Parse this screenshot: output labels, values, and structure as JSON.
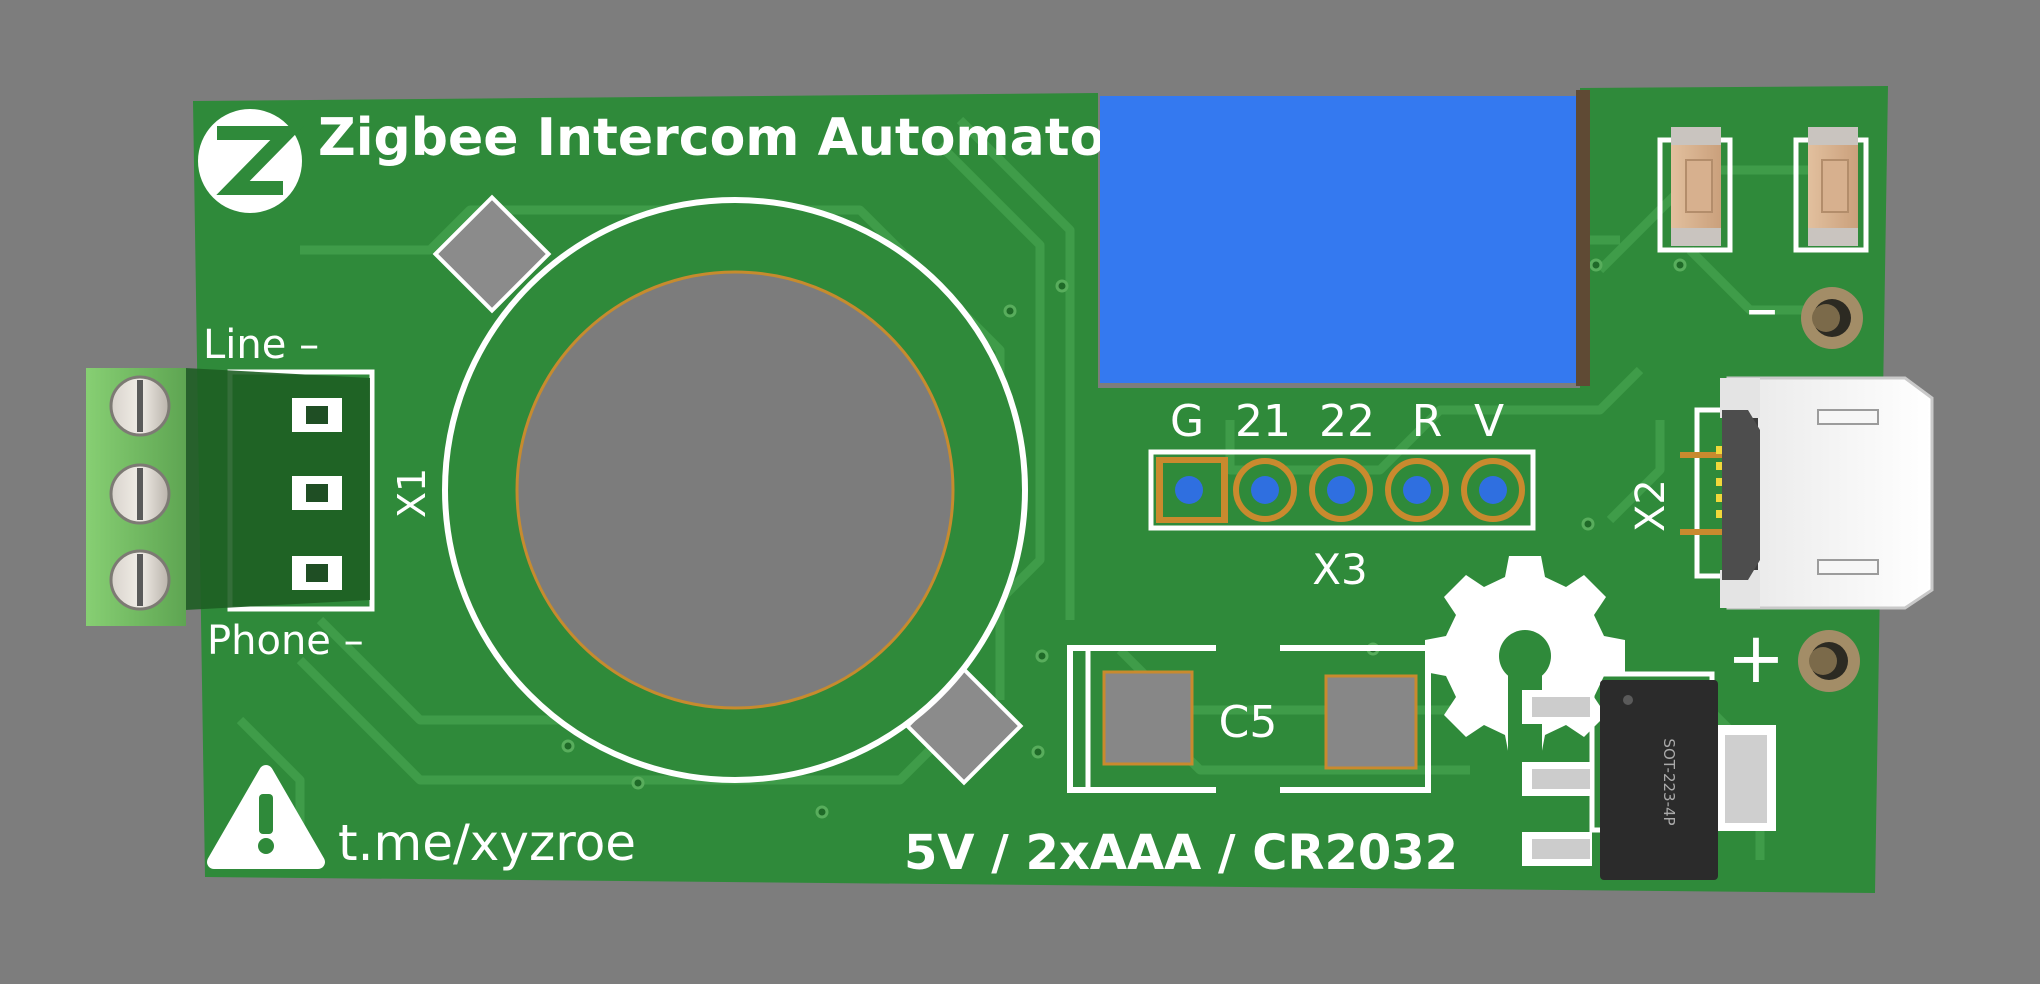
{
  "board": {
    "title": "Zigbee Intercom Automator",
    "footer_link": "t.me/xyzroe",
    "power_options": "5V / 2xAAA / CR2032",
    "line_label": "Line –",
    "phone_label": "Phone –",
    "x1_label": "X1",
    "x2_label": "X2",
    "x3_label": "X3",
    "c5_label": "C5",
    "minus_label": "–",
    "plus_label": "+",
    "pins": [
      "G",
      "21",
      "22",
      "R",
      "V"
    ],
    "regulator_marking": "SOT-223-4P",
    "icons": [
      "zigbee-logo-icon",
      "warning-icon",
      "open-hardware-gear-icon"
    ],
    "colors": {
      "background": "#7d7d7d",
      "pcb": "#2f8a3a",
      "trace": "#3f9c49",
      "silkscreen": "#ffffff",
      "module": "#3479f0",
      "connector_green": "#7cc46a",
      "via_blue": "#2f6fe0"
    }
  }
}
